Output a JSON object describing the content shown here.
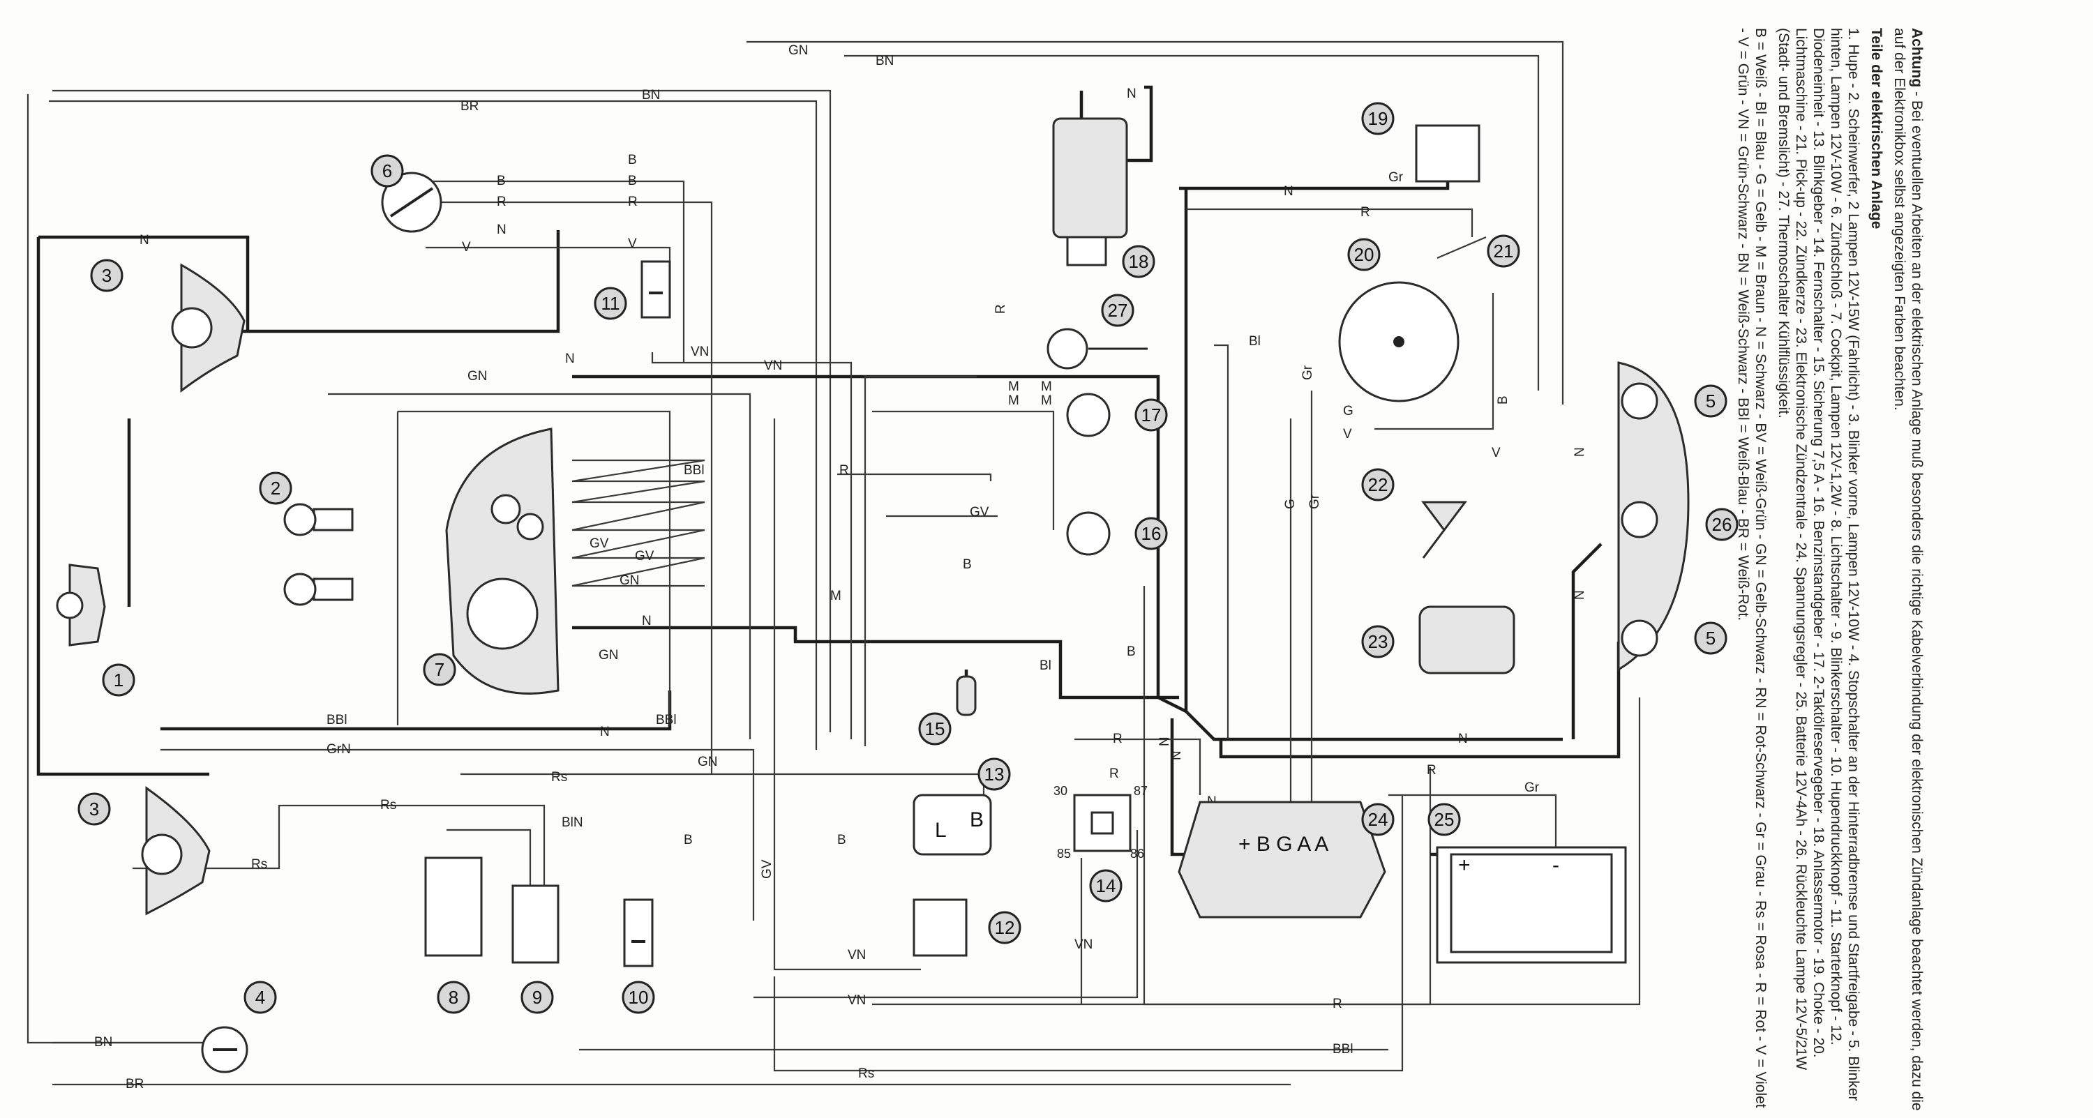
{
  "legend": {
    "attention_title": "Achtung",
    "attention_text": "- Bei eventuellen Arbeiten an der elektrischen Anlage muß besonders die richtige Kabelverbindung der elektronischen Zündanlage beachtet werden, dazu die auf der Elektronikbox selbst angezeigten Farben beachten.",
    "parts_title": "Teile der elektrischen Anlage",
    "parts_text": "1. Hupe - 2. Scheinwerfer, 2 Lampen 12V-15W (Fahrlicht) - 3. Blinker vorne, Lampen 12V-10W - 4. Stopschalter an der Hinterradbremse und Startfreigabe - 5. Blinker hinten, Lampen 12V-10W - 6. Zündschloß - 7. Cockpit, Lampen 12V-1,2W - 8. Lichtschalter - 9. Blinkerschalter - 10. Hupendruckknopf - 11. Starterknopf - 12. Diodeneinheit - 13. Blinkgeber - 14. Fernschalter - 15. Sicherung 7,5 A - 16. Benzinstandgeber - 17. 2-Taktölreservegeber - 18. Anlassermotor - 19. Choke - 20. Lichtmaschine - 21. Pick-up - 22. Zündkerze - 23. Elektronische Zündzentrale - 24. Spannungsregler - 25. Batterie 12V-4Ah - 26. Rückleuchte Lampe 12V-5/21W (Stadt- und Bremslicht) - 27. Thermoschalter Kühlflüssigkeit.",
    "colors_text": "B = Weiß - Bl = Blau - G = Gelb - M = Braun - N = Schwarz - BV = Weiß-Grün - GN = Gelb-Schwarz - RN = Rot-Schwarz - Gr = Grau - Rs = Rosa - R = Rot - V = Violet - V = Grün - VN = Grün-Schwarz - BN = Weiß-Schwarz - BBl = Weiß-Blau - BR = Weiß-Rot."
  },
  "callouts": [
    "1",
    "2",
    "3",
    "3",
    "4",
    "5",
    "5",
    "6",
    "7",
    "8",
    "9",
    "10",
    "11",
    "12",
    "13",
    "14",
    "15",
    "16",
    "17",
    "18",
    "19",
    "20",
    "21",
    "22",
    "23",
    "24",
    "25",
    "26",
    "27"
  ],
  "wire_labels": {
    "gn": "GN",
    "bn": "BN",
    "br": "BR",
    "n": "N",
    "b": "B",
    "r": "R",
    "v": "V",
    "vn": "VN",
    "gv": "GV",
    "bbl": "BBl",
    "grn": "GrN",
    "rs": "Rs",
    "bln": "BlN",
    "m": "M",
    "g": "G",
    "gr": "Gr",
    "bl": "Bl"
  },
  "terminal_labels": {
    "flasher_l": "L",
    "flasher_b": "B",
    "relay_30": "30",
    "relay_87": "87",
    "relay_85": "85",
    "relay_86": "86",
    "regulator": "+ B G A A",
    "battery_plus": "+",
    "battery_minus": "-"
  },
  "colors": {
    "wire": "#3a3a3a",
    "ink": "#1c1c1c",
    "callout_fill": "#d8d8d8"
  }
}
